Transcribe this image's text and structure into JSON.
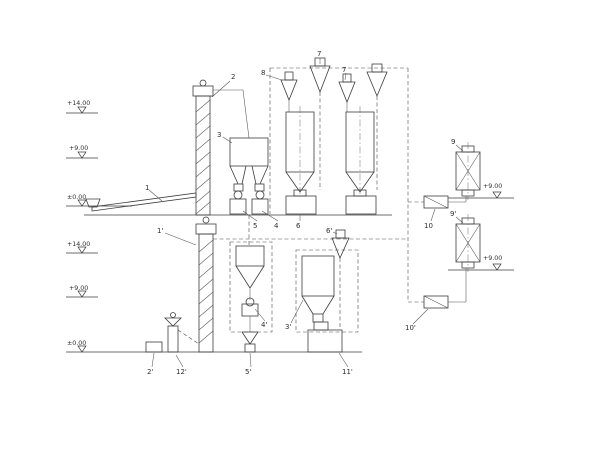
{
  "diagram": {
    "type": "process-flow-diagram",
    "background": "#ffffff",
    "line_color": "#3d3d3d"
  },
  "elevation_markers": {
    "upper_left": [
      "+14.00",
      "+9.00",
      "±0.00"
    ],
    "lower_left": [
      "+14.00",
      "+9.00",
      "±0.00"
    ],
    "right": [
      "+9.00",
      "+9.00"
    ]
  },
  "labels": {
    "conveyor_1": "1",
    "elevator_2": "2",
    "bin_3": "3",
    "machine_4": "4",
    "machine_5": "5",
    "machine_6": "6",
    "cyclone_7a": "7",
    "cyclone_7b": "7",
    "cyclone_8": "8",
    "equipment_9": "9",
    "equipment_9p": "9'",
    "fan_10": "10",
    "fan_10p": "10'",
    "elevator_1p": "1'",
    "equipment_2p": "2'",
    "bin_3p": "3'",
    "machine_4p": "4'",
    "hopper_5p": "5'",
    "cyclone_6p": "6'",
    "machine_11p": "11'",
    "equipment_12p": "12'"
  }
}
